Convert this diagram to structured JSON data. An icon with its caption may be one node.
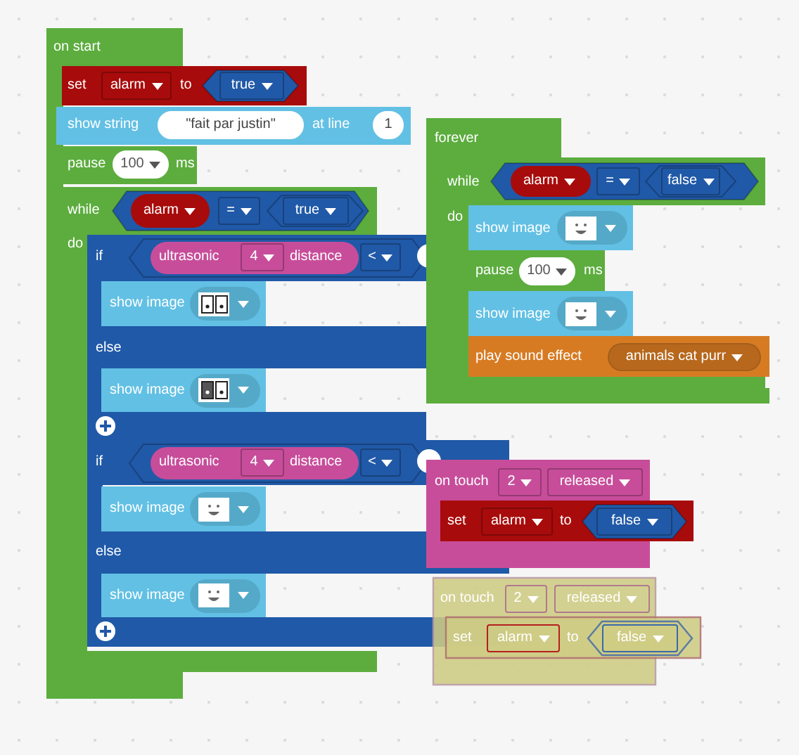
{
  "diagram": {
    "nodes": [
      {
        "text": [
          "on start"
        ]
      },
      {
        "text": [
          "set",
          "alarm",
          "to"
        ]
      },
      {
        "text": [
          "true"
        ],
        "in": 1
      },
      {
        "text": [
          "show string",
          "\"fait par justin\"",
          "at line",
          "1"
        ]
      },
      {
        "text": [
          "pause",
          "100",
          "ms"
        ]
      },
      {
        "text": [
          "while",
          "do"
        ]
      },
      {
        "text": [
          "="
        ],
        "in": 5
      },
      {
        "text": [
          "alarm"
        ],
        "in": 6
      },
      {
        "text": [
          "true"
        ],
        "in": 6
      },
      {
        "text": [
          "if",
          "else"
        ],
        "in": 5
      },
      {
        "text": [
          "<"
        ],
        "in": 9
      },
      {
        "text": [
          "ultrasonic",
          "4",
          "distance"
        ],
        "in": 10
      },
      {
        "text": [
          "show image"
        ],
        "in": 9
      },
      {
        "text": [
          "show image"
        ],
        "in": 9
      },
      {
        "text": [
          "if",
          "else"
        ]
      },
      {
        "text": [
          "<"
        ],
        "in": 14
      },
      {
        "text": [
          "ultrasonic",
          "4",
          "distance"
        ],
        "in": 15
      },
      {
        "text": [
          "show image"
        ]
      },
      {
        "text": [
          "show image"
        ]
      },
      {
        "text": [
          "forever"
        ]
      },
      {
        "text": [
          "while",
          "do"
        ],
        "in": 19
      },
      {
        "text": [
          "="
        ],
        "in": 20
      },
      {
        "text": [
          "alarm"
        ],
        "in": 21
      },
      {
        "text": [
          "false"
        ],
        "in": 21
      },
      {
        "text": [
          "show image"
        ],
        "in": 20
      },
      {
        "text": [
          "pause",
          "100",
          "ms"
        ],
        "in": 20
      },
      {
        "text": [
          "show image"
        ],
        "in": 20
      },
      {
        "text": [
          "play sound effect",
          "animals cat purr"
        ],
        "in": 20
      },
      {
        "text": [
          "on touch",
          "2",
          "released"
        ]
      },
      {
        "text": [
          "set",
          "alarm",
          "to"
        ],
        "in": 28
      },
      {
        "text": [
          "false"
        ],
        "in": 29
      },
      {
        "text": [
          "on touch",
          "2",
          "released"
        ]
      },
      {
        "text": [
          "set",
          "alarm",
          "to"
        ]
      },
      {
        "text": [
          "false"
        ],
        "in": 32
      }
    ]
  }
}
